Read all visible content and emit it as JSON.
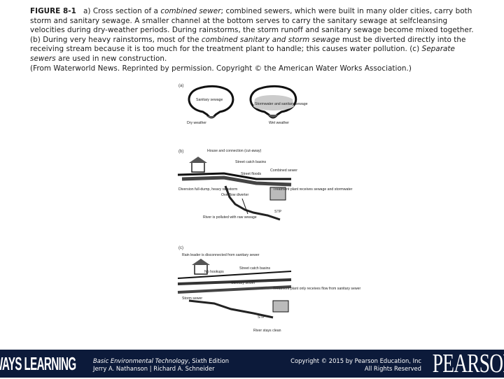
{
  "caption": {
    "label": "FIGURE 8-1",
    "part1": "a) Cross section of a ",
    "term1": "combined sewer",
    "part2": "; combined sewers, which were built in many older cities, carry both storm and sanitary sewage. A smaller channel at the bottom serves to carry the sanitary sewage at selfcleansing velocities during dry-weather periods. During rainstorms, the storm runoff and sanitary sewage become mixed together. (b) During very heavy rainstorms, most of the ",
    "term2": "combined sanitary and storm sewage",
    "part3": " must be diverted directly into the receiving stream because it is too much for the treatment plant to handle; this causes water pollution. (c) ",
    "term3": "Separate sewers",
    "part4": "  are used in new construction.",
    "credit": "(From Waterworld News. Reprinted by permission. Copyright © the American Water Works Association.)"
  },
  "figure": {
    "a": {
      "label": "(a)",
      "left_inside": "Sanitary sewage",
      "left_below": "Dry weather",
      "right_inside": "Stormwater and sanitary sewage",
      "right_below": "Wet weather"
    },
    "b": {
      "label": "(b)",
      "house": "House and connection (cut-away)",
      "street": "Street catch basins",
      "floods": "Street floods",
      "combined": "Combined sewer",
      "diversion": "Diversion full-dump, heavy rainstorm",
      "overflow": "Overflow diverter",
      "plant": "Treatment plant receives sewage and stormwater",
      "stp": "STP",
      "river": "River is polluted with raw sewage"
    },
    "c": {
      "label": "(c)",
      "rain": "Rain leader is disconnected from sanitary sewer",
      "hookups": "No hookups",
      "street": "Street catch basins",
      "sanitary": "Sanitary sewer",
      "storm": "Storm sewer",
      "plant": "Treatment plant only receives flow from sanitary sewer",
      "stp": "STP",
      "river": "River stays clean"
    }
  },
  "footer": {
    "brand_left": "ALWAYS LEARNING",
    "book_title": "Basic Environmental Technology",
    "book_edition": ", Sixth Edition",
    "book_authors": "Jerry A. Nathanson | Richard A. Schneider",
    "copyright": "Copyright © 2015 by Pearson Education, Inc",
    "rights": "All Rights Reserved",
    "brand_right": "PEARSON"
  }
}
